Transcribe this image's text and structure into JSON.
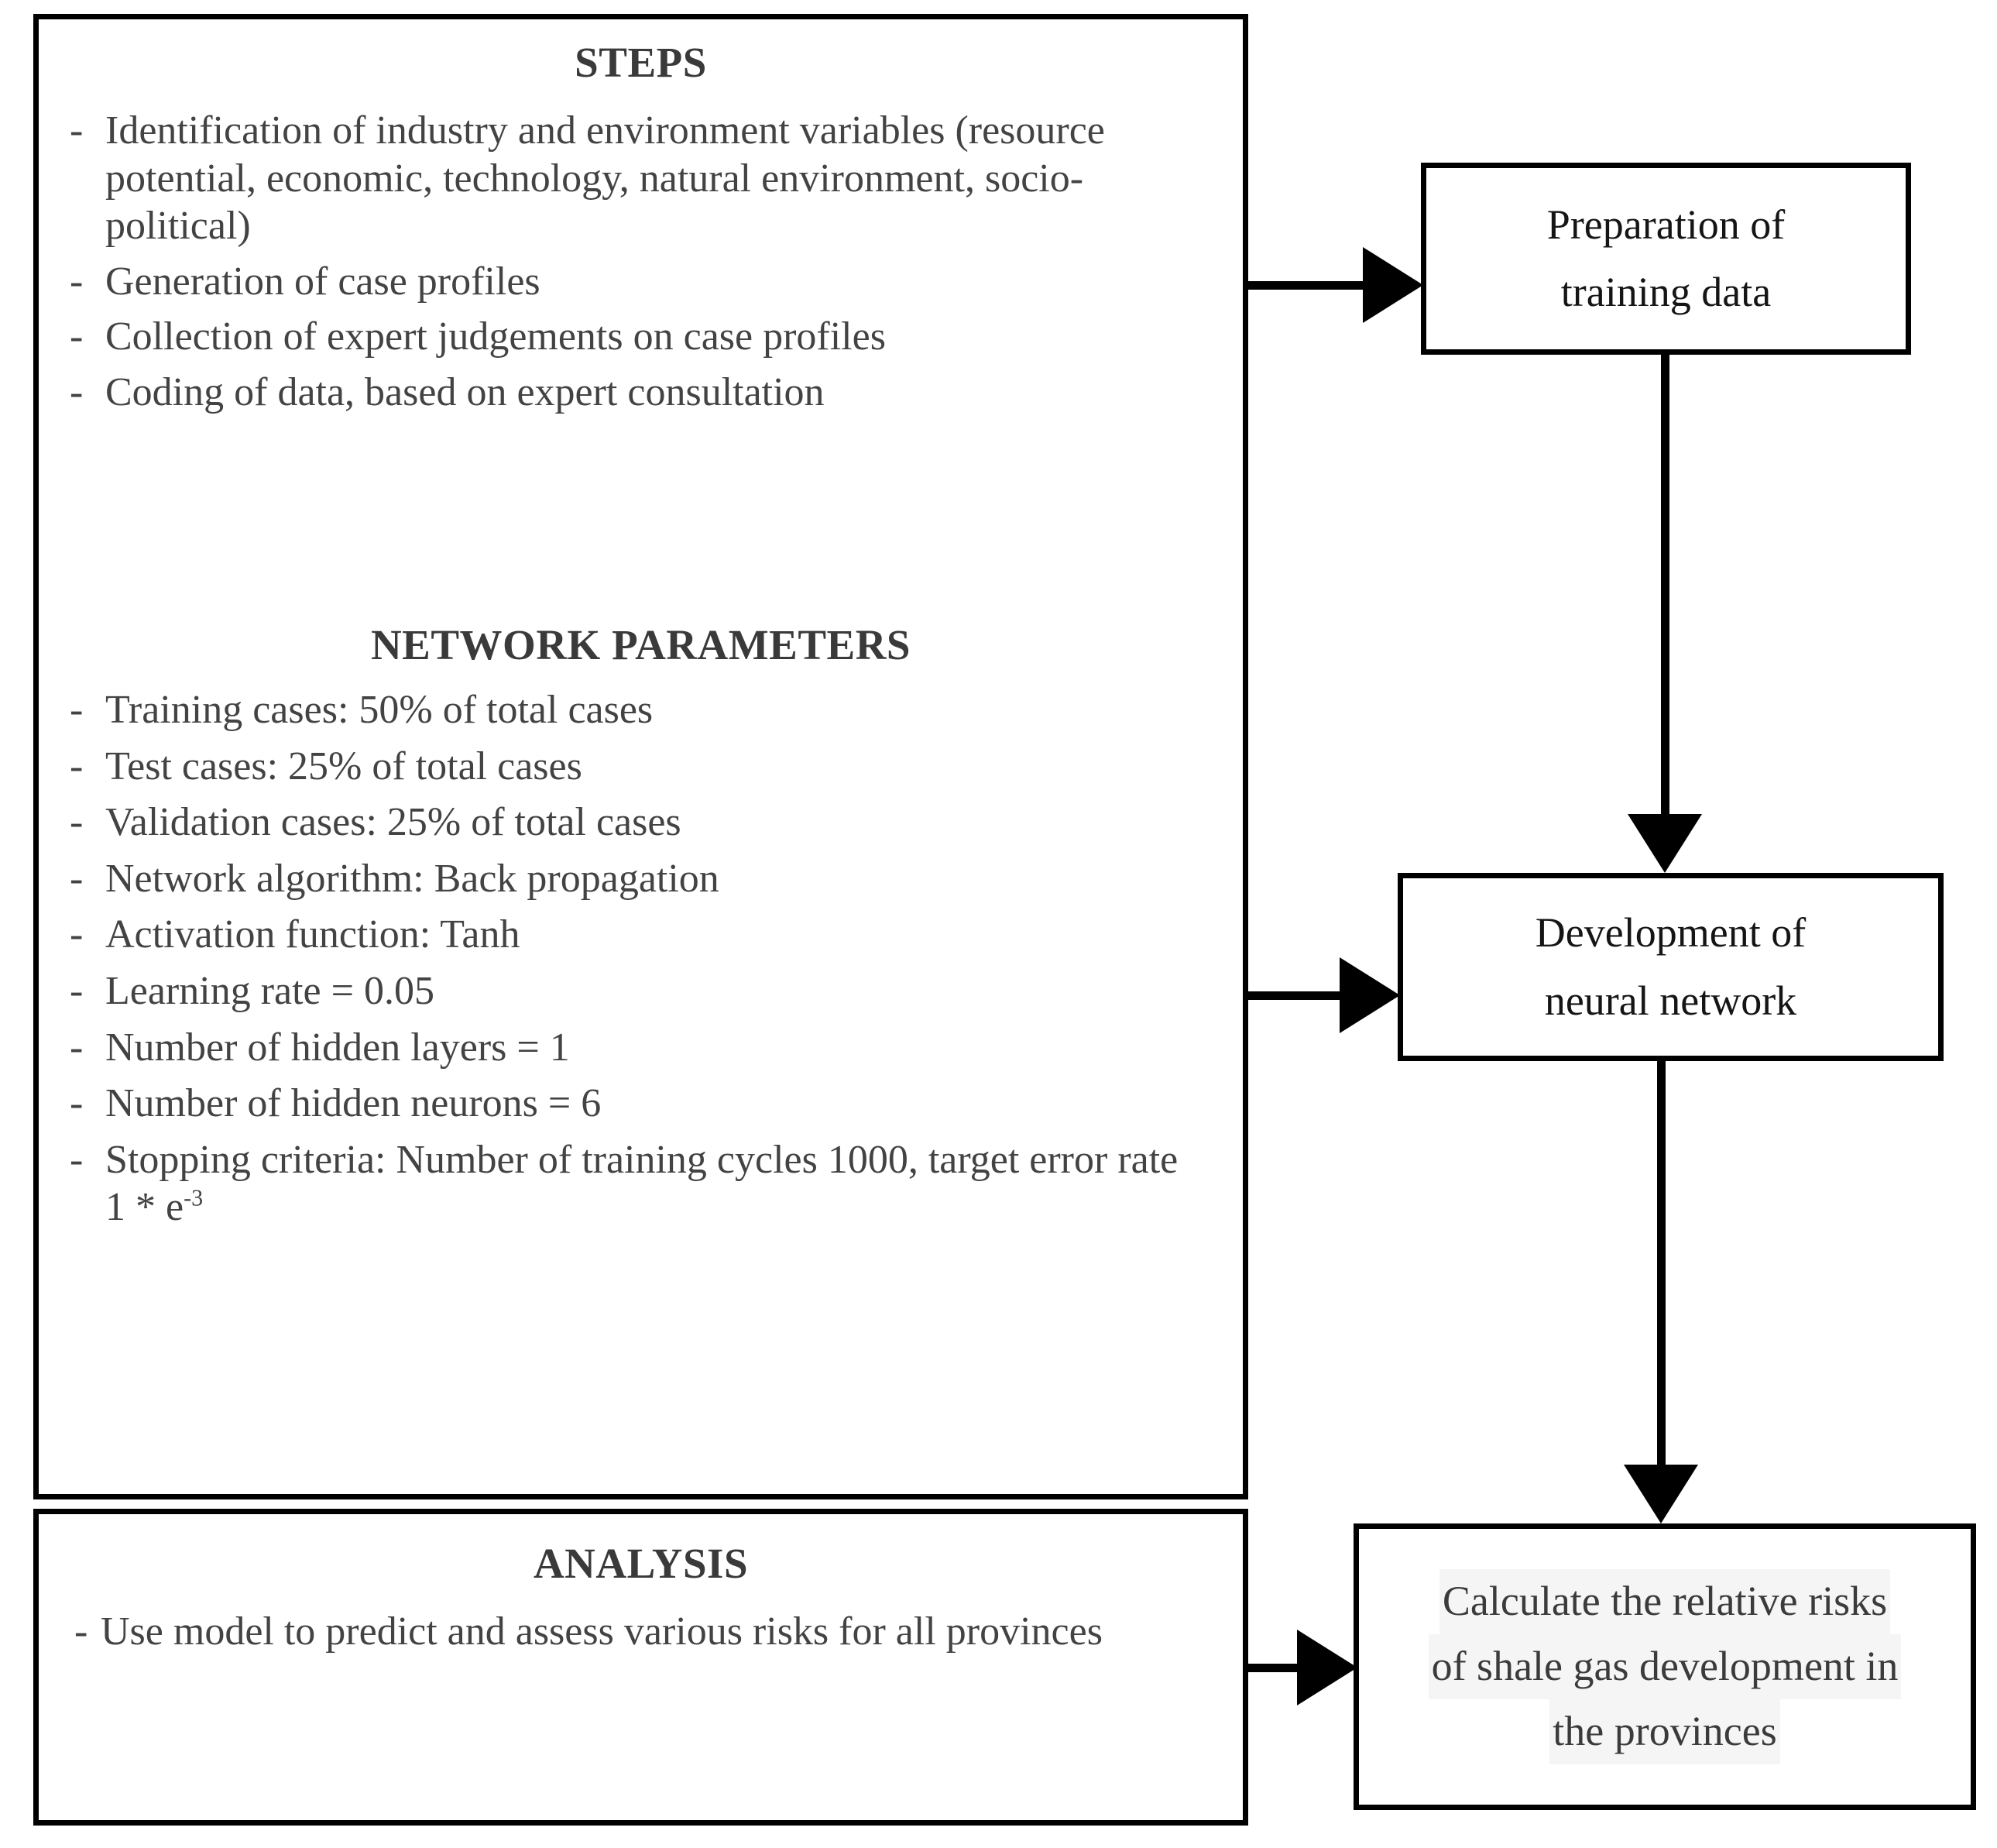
{
  "diagram": {
    "sections": [
      {
        "id": "steps",
        "title": "STEPS",
        "bullet_mark": "-",
        "items": [
          "Identification of industry and environment variables (resource potential, economic, technology, natural environment, socio-political)",
          "Generation of case profiles",
          "Collection of expert judgements on case profiles",
          "Coding of data, based on expert consultation"
        ]
      },
      {
        "id": "network-parameters",
        "title": "NETWORK PARAMETERS",
        "bullet_mark": "-",
        "items": [
          "Training cases: 50% of total cases",
          "Test cases: 25% of total cases",
          "Validation cases: 25% of total cases",
          "Network algorithm: Back propagation",
          "Activation function: Tanh",
          "Learning rate = 0.05",
          "Number of hidden layers = 1",
          "Number of hidden neurons = 6",
          "Stopping criteria: Number of training cycles 1000, target error rate 1 * e",
          "-3"
        ],
        "stopping_criteria_exponent": "-3"
      },
      {
        "id": "analysis",
        "title": "ANALYSIS",
        "bullet_mark": "-",
        "items": [
          "Use model to predict and assess various risks for all provinces"
        ]
      }
    ],
    "process_boxes": [
      {
        "id": "preparation-of-training-data",
        "lines": [
          "Preparation of",
          "training data"
        ]
      },
      {
        "id": "development-of-neural-network",
        "lines": [
          "Development of",
          "neural network"
        ]
      },
      {
        "id": "calculate-relative-risks",
        "lines": [
          "Calculate the relative risks",
          "of shale gas development in",
          "the provinces"
        ]
      }
    ],
    "colors": {
      "border": "#000000",
      "body_text": "#434343",
      "box_text": "#151515",
      "highlight": "#f5f5f5",
      "background": "#ffffff"
    }
  }
}
